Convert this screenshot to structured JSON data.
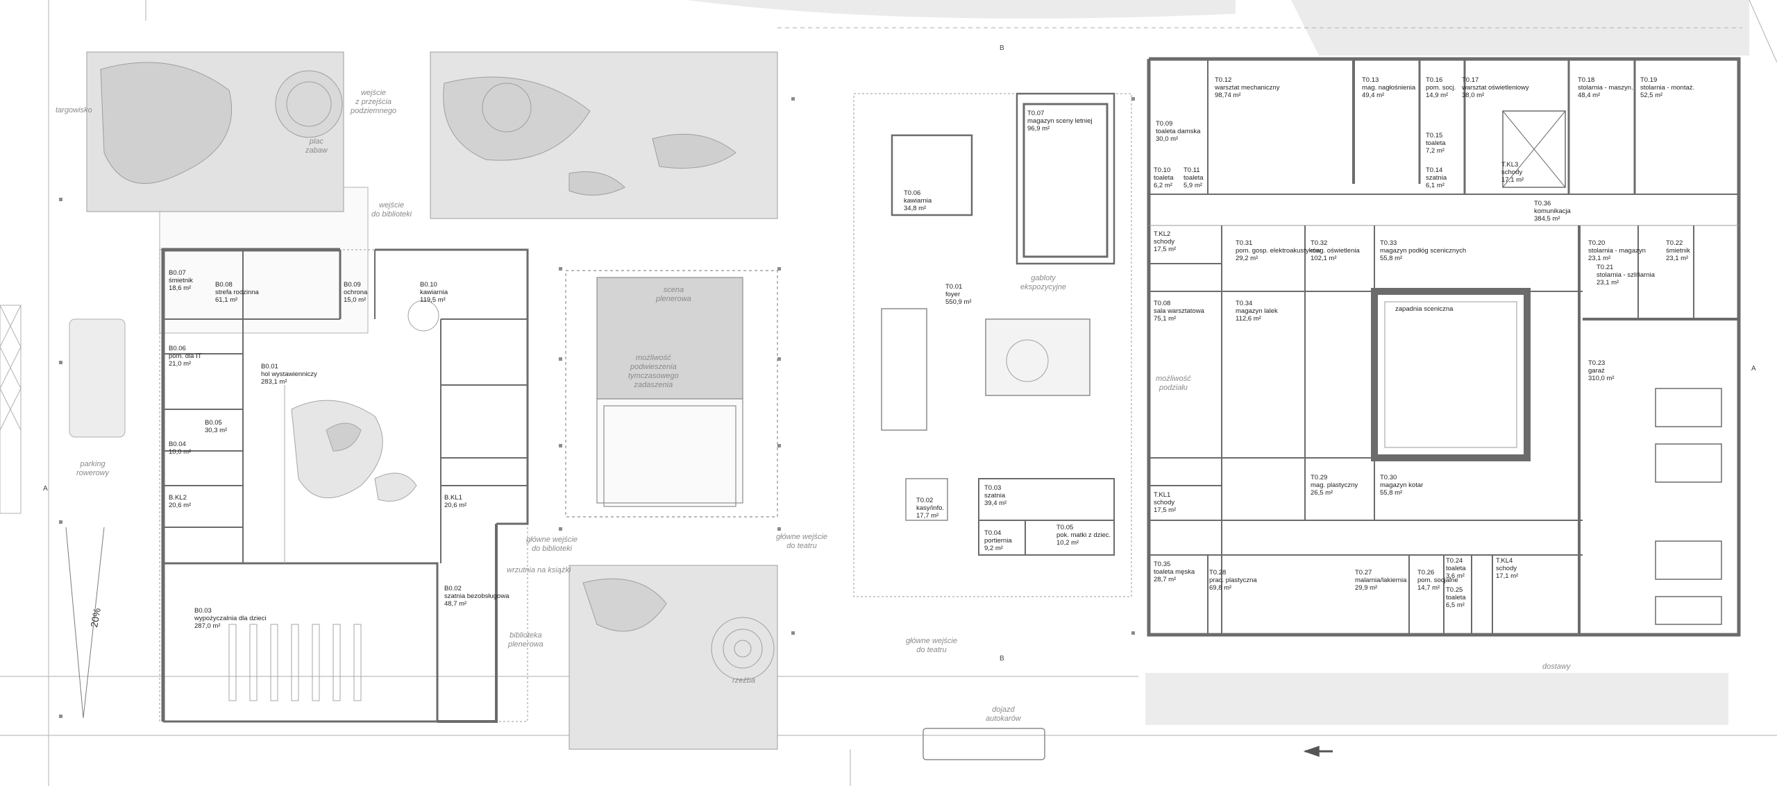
{
  "rooms": [
    {
      "code": "B0.07",
      "name": "śmietnik",
      "area": "18,6  m²"
    },
    {
      "code": "B0.08",
      "name": "strefa rodzinna",
      "area": "61,1  m²"
    },
    {
      "code": "B0.09",
      "name": "ochrona",
      "area": "15,0  m²"
    },
    {
      "code": "B0.10",
      "name": "kawiarnia",
      "area": "119,5  m²"
    },
    {
      "code": "B0.06",
      "name": "pom. dla IT",
      "area": "21,0  m²"
    },
    {
      "code": "B0.01",
      "name": "hol wystawienniczy",
      "area": "283,1  m²"
    },
    {
      "code": "B0.05",
      "name": "",
      "area": "30,3  m²"
    },
    {
      "code": "B0.04",
      "name": "",
      "area": "10,0  m²"
    },
    {
      "code": "B.KL2",
      "name": "",
      "area": "20,6  m²"
    },
    {
      "code": "B.KL1",
      "name": "",
      "area": "20,6  m²"
    },
    {
      "code": "B0.03",
      "name": "wypożyczalnia dla dzieci",
      "area": "287,0  m²"
    },
    {
      "code": "B0.02",
      "name": "szatnia bezobsługowa",
      "area": "48,7  m²"
    },
    {
      "code": "T0.06",
      "name": "kawiarnia",
      "area": "34,8  m²"
    },
    {
      "code": "T0.07",
      "name": "magazyn sceny letniej",
      "area": "96,9  m²"
    },
    {
      "code": "T0.01",
      "name": "foyer",
      "area": "550,9  m²"
    },
    {
      "code": "T0.02",
      "name": "kasy/info.",
      "area": "17,7  m²"
    },
    {
      "code": "T0.03",
      "name": "szatnia",
      "area": "39,4  m²"
    },
    {
      "code": "T0.04",
      "name": "portiernia",
      "area": "9,2  m²"
    },
    {
      "code": "T0.05",
      "name": "pok. matki z dziec.",
      "area": "10,2  m²"
    },
    {
      "code": "T0.09",
      "name": "toaleta damska",
      "area": "30,0  m²"
    },
    {
      "code": "T0.10",
      "name": "toaleta",
      "area": "6,2  m²"
    },
    {
      "code": "T0.11",
      "name": "toaleta",
      "area": "5,9  m²"
    },
    {
      "code": "T0.12",
      "name": "warsztat mechaniczny",
      "area": "98,74  m²"
    },
    {
      "code": "T0.13",
      "name": "mag. nagłośnienia",
      "area": "49,4  m²"
    },
    {
      "code": "T0.16",
      "name": "pom. socj.",
      "area": "14,9  m²"
    },
    {
      "code": "T0.15",
      "name": "toaleta",
      "area": "7,2  m²"
    },
    {
      "code": "T0.14",
      "name": "szatnia",
      "area": "6,1  m²"
    },
    {
      "code": "T0.17",
      "name": "warsztat oświetleniowy",
      "area": "38,0  m²"
    },
    {
      "code": "T0.18",
      "name": "stolarnia - maszyn.",
      "area": "48,4  m²"
    },
    {
      "code": "T0.19",
      "name": "stolarnia - montaż.",
      "area": "52,5  m²"
    },
    {
      "code": "T.KL3",
      "name": "schody",
      "area": "17,1  m²"
    },
    {
      "code": "T0.36",
      "name": "komunikacja",
      "area": "384,5  m²"
    },
    {
      "code": "T.KL2",
      "name": "schody",
      "area": "17,5  m²"
    },
    {
      "code": "T0.31",
      "name": "pom. gosp. elektroakustyków",
      "area": "29,2  m²"
    },
    {
      "code": "T0.32",
      "name": "mag. oświetlenia",
      "area": "102,1  m²"
    },
    {
      "code": "T0.33",
      "name": "magazyn podłóg scenicznych",
      "area": "55,8  m²"
    },
    {
      "code": "T0.20",
      "name": "stolarnia - magazyn",
      "area": "23,1  m²"
    },
    {
      "code": "T0.22",
      "name": "śmietnik",
      "area": "23,1  m²"
    },
    {
      "code": "T0.21",
      "name": "stolarnia - szlifiarnia",
      "area": "23,1  m²"
    },
    {
      "code": "T0.08",
      "name": "sala warsztatowa",
      "area": "75,1  m²"
    },
    {
      "code": "T0.34",
      "name": "magazyn lalek",
      "area": "112,6  m²"
    },
    {
      "code": "",
      "name": "zapadnia sceniczna",
      "area": ""
    },
    {
      "code": "T0.23",
      "name": "garaż",
      "area": "310,0  m²"
    },
    {
      "code": "T0.29",
      "name": "mag. plastyczny",
      "area": "26,5  m²"
    },
    {
      "code": "T0.30",
      "name": "magazyn kotar",
      "area": "55,8  m²"
    },
    {
      "code": "T.KL1",
      "name": "schody",
      "area": "17,5  m²"
    },
    {
      "code": "T0.35",
      "name": "toaleta męska",
      "area": "28,7  m²"
    },
    {
      "code": "T0.28",
      "name": "prac. plastyczna",
      "area": "69,8  m²"
    },
    {
      "code": "T0.27",
      "name": "malarnia/lakiernia",
      "area": "29,9  m²"
    },
    {
      "code": "T0.26",
      "name": "pom. socjalne",
      "area": "14,7  m²"
    },
    {
      "code": "T0.24",
      "name": "toaleta",
      "area": "3,6  m²"
    },
    {
      "code": "T0.25",
      "name": "toaleta",
      "area": "6,5  m²"
    },
    {
      "code": "T.KL4",
      "name": "schody",
      "area": "17,1  m²"
    }
  ],
  "annotations": [
    [
      "targowisko"
    ],
    [
      "wejście",
      "z przejścia",
      "podziemnego"
    ],
    [
      "plac",
      "zabaw"
    ],
    [
      "wejście",
      "do biblioteki"
    ],
    [
      "scena",
      "plenerowa"
    ],
    [
      "możliwość",
      "podwieszenia",
      "tymczasowego",
      "zadaszenia"
    ],
    [
      "gabloty",
      "ekspozycyjne"
    ],
    [
      "możliwość",
      "podziału"
    ],
    [
      "parking",
      "rowerowy"
    ],
    [
      "główne wejście",
      "do biblioteki"
    ],
    [
      "wrzutnia na książki"
    ],
    [
      "główne wejście",
      "do teatru"
    ],
    [
      "biblioteka",
      "plenerowa"
    ],
    [
      "rzeźba"
    ],
    [
      "główne wejście",
      "do teatru"
    ],
    [
      "dojazd",
      "autokarów"
    ],
    [
      "dostawy"
    ]
  ],
  "ramp_label": "20%",
  "section_marks": [
    "A",
    "A",
    "B",
    "B"
  ],
  "colors": {
    "wall": "#6b6b6b",
    "thin_line": "#8c8c8c",
    "grey_zone": "#d4d4d4",
    "light_grey": "#e9e9e9",
    "text": "#222222",
    "anno": "#8a8a8a"
  }
}
